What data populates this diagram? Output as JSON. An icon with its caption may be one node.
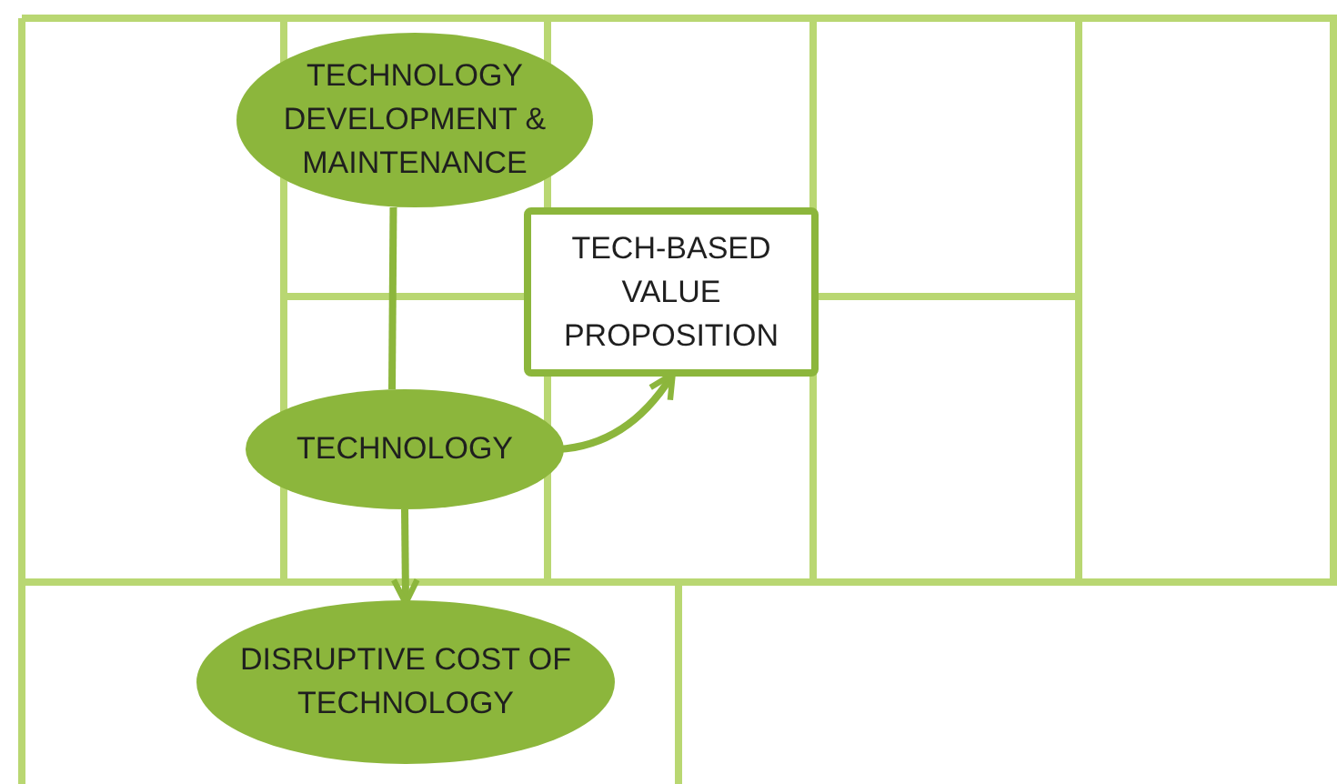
{
  "diagram": {
    "nodes": [
      {
        "text": [
          "TECHNOLOGY DEVELOPMENT & MAINTENANCE"
        ]
      },
      {
        "text": [
          "TECH-BASED VALUE PROPOSITION"
        ]
      },
      {
        "text": [
          "TECHNOLOGY"
        ]
      },
      {
        "text": [
          "DISRUPTIVE COST OF TECHNOLOGY"
        ]
      }
    ],
    "edges": [
      {
        "from": 0,
        "to": 2,
        "arrow": "none"
      },
      {
        "from": 2,
        "to": 1,
        "arrow": "to"
      },
      {
        "from": 2,
        "to": 3,
        "arrow": "to"
      }
    ]
  }
}
